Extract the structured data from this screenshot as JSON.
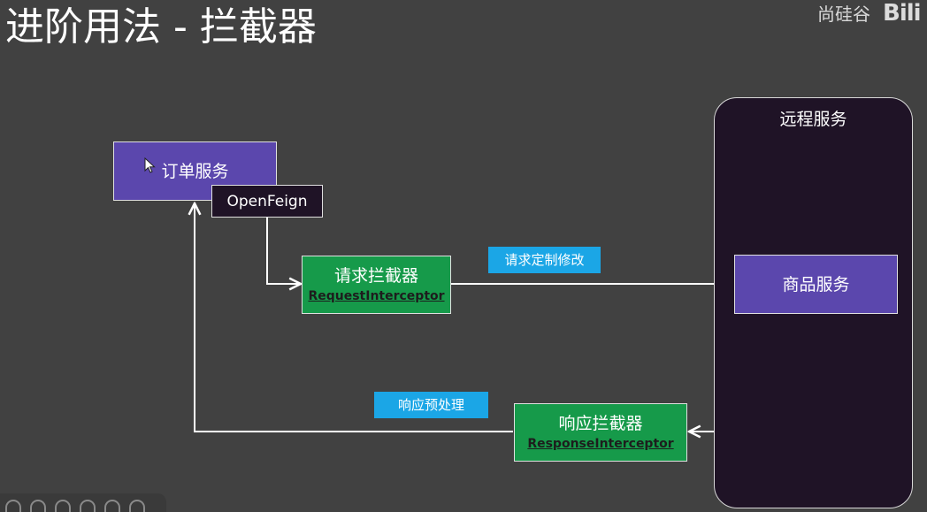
{
  "slide": {
    "title": "进阶用法 - 拦截器",
    "watermark": "尚硅谷",
    "badge": "Bili"
  },
  "diagram": {
    "remote_container_label": "远程服务",
    "order_service": "订单服务",
    "openfeign": "OpenFeign",
    "request_interceptor": {
      "title": "请求拦截器",
      "subtitle": "RequestInterceptor"
    },
    "product_service": "商品服务",
    "response_interceptor": {
      "title": "响应拦截器",
      "subtitle": "ResponseInterceptor"
    },
    "request_note": "请求定制修改",
    "response_note": "响应预处理"
  },
  "colors": {
    "background": "#414141",
    "service_box": "#5b47ad",
    "interceptor_box": "#169a4a",
    "note_tag": "#1ba6e6",
    "remote_container": "#1f1326"
  }
}
